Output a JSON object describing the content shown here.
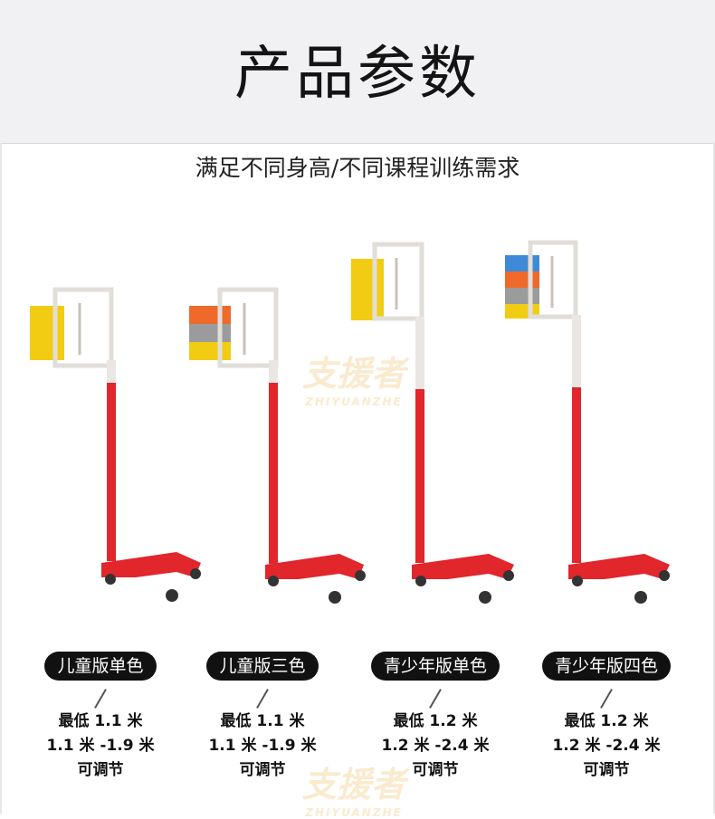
{
  "header": {
    "title": "产品参数"
  },
  "subtitle": "满足不同身高/不同课程训练需求",
  "watermark": {
    "main": "支援者",
    "sub": "ZHIYUANZHE"
  },
  "colors": {
    "pole": "#e1262c",
    "frame": "#e9e6e3",
    "yellow": "#f2cc12",
    "orange": "#ef6a2a",
    "gray": "#9b9b9b",
    "blue": "#3f8ad8"
  },
  "products": [
    {
      "label": "儿童版单色",
      "min": "最低 1.1 米",
      "range": "1.1 米 -1.9 米",
      "note": "可调节"
    },
    {
      "label": "儿童版三色",
      "min": "最低 1.1 米",
      "range": "1.1 米 -1.9 米",
      "note": "可调节"
    },
    {
      "label": "青少年版单色",
      "min": "最低 1.2 米",
      "range": "1.2 米 -2.4 米",
      "note": "可调节"
    },
    {
      "label": "青少年版四色",
      "min": "最低 1.2 米",
      "range": "1.2 米 -2.4 米",
      "note": "可调节"
    }
  ]
}
